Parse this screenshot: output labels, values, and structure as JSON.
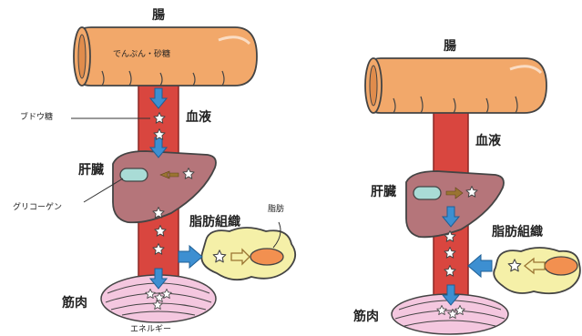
{
  "left": {
    "intestine": "腸",
    "intestine_content": "でんぷん・砂糖",
    "glucose": "ブドウ糖",
    "blood": "血液",
    "liver": "肝臓",
    "glycogen": "グリコーゲン",
    "adipose": "脂肪組織",
    "fat": "脂肪",
    "muscle": "筋肉",
    "energy": "エネルギー"
  },
  "right": {
    "intestine": "腸",
    "blood": "血液",
    "liver": "肝臓",
    "adipose": "脂肪組織",
    "muscle": "筋肉"
  },
  "colors": {
    "intestine": "#f2a86a",
    "blood_vessel": "#d9463f",
    "liver": "#b5757a",
    "glycogen": "#a9dcd6",
    "fat_blob": "#f5f0a8",
    "fat": "#f29050",
    "muscle": "#f4c7df",
    "arrow_blue": "#3d8fd1",
    "arrow_brown": "#9a7432"
  },
  "icons": {
    "glucose": "white-star-icon",
    "arrow_down": "blue-down-arrow-icon",
    "arrow_side": "blue-side-arrow-icon"
  }
}
